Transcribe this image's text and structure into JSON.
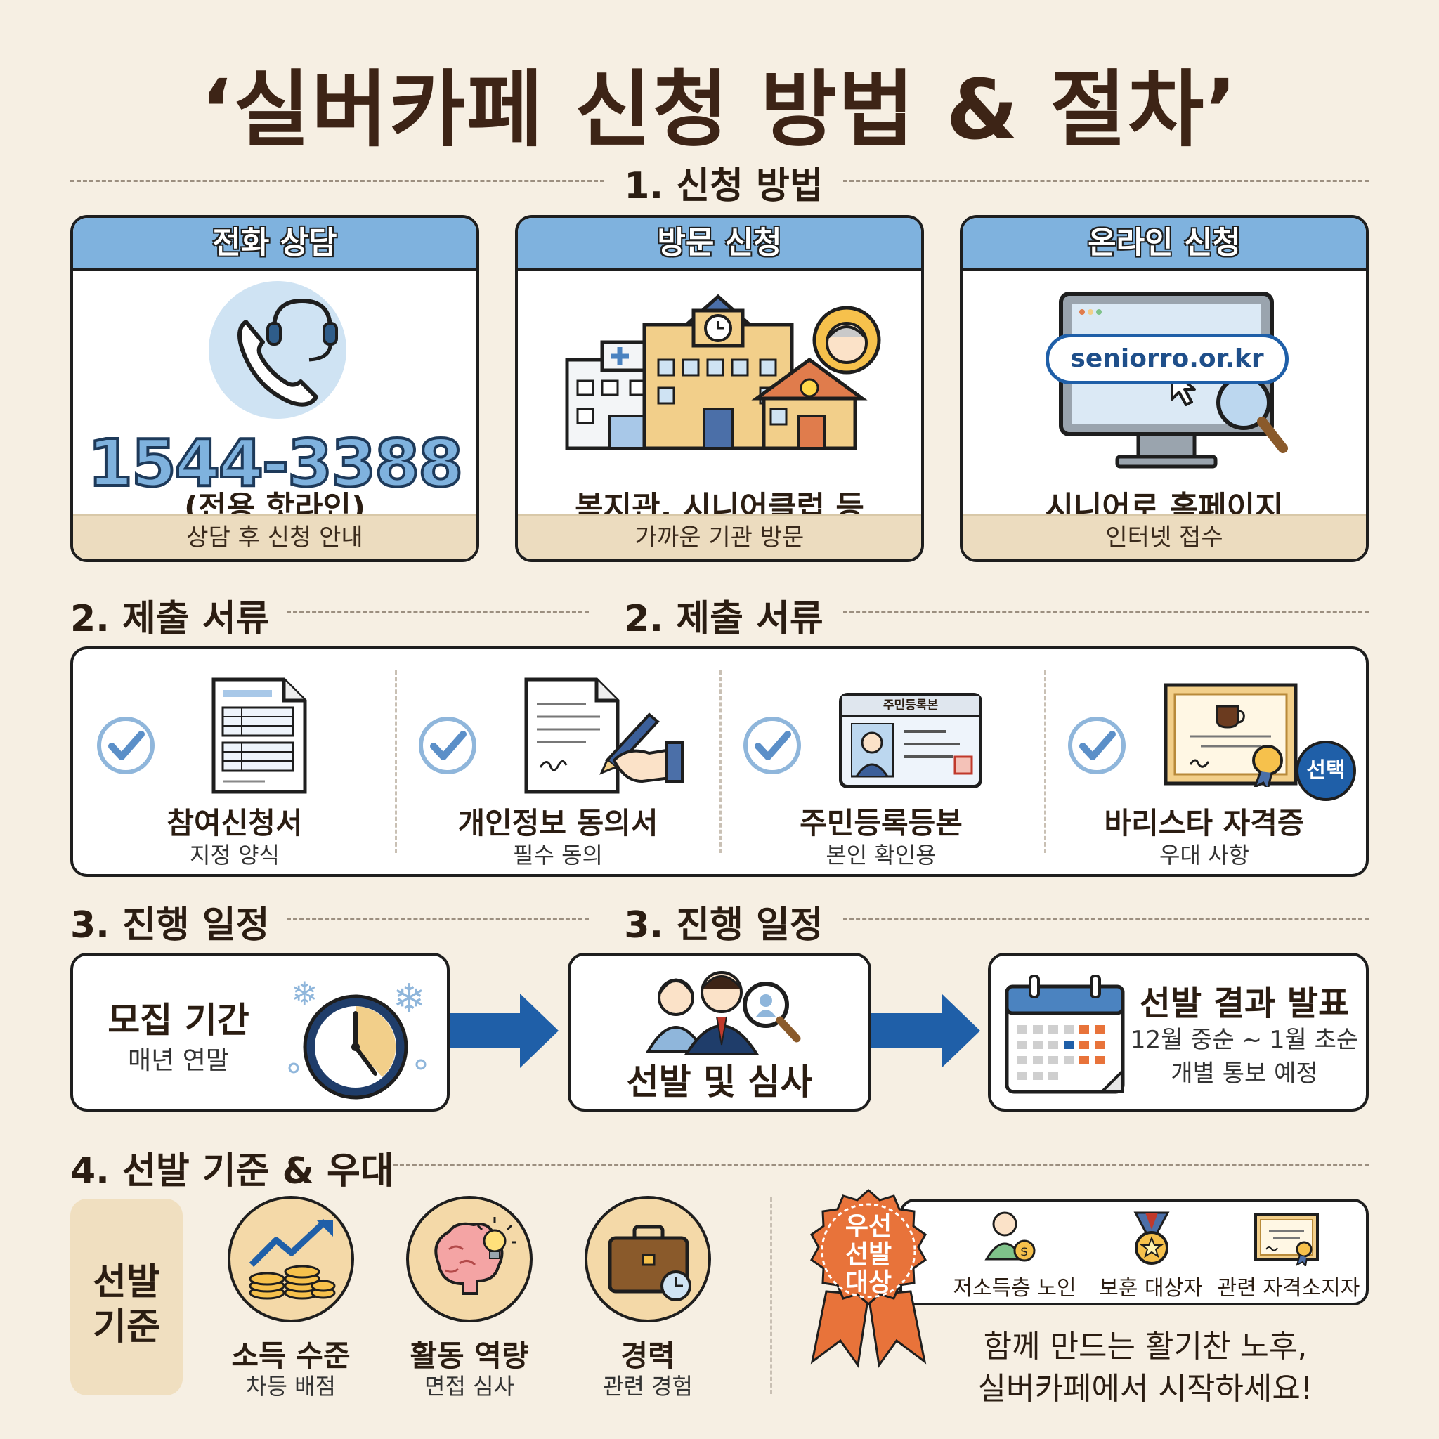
{
  "title": "‘실버카페 신청 방법 & 절차’",
  "sections": {
    "method": "1. 신청 방법",
    "docs_left": "2. 제출 서류",
    "docs_center": "2. 제출 서류",
    "schedule_left": "3. 진행 일정",
    "schedule_center": "3. 진행 일정",
    "criteria": "4. 선발 기준 & 우대"
  },
  "methods": [
    {
      "head": "전화 상담",
      "phone": "1544-3388",
      "main": "(전용 핫라인)",
      "foot": "상담 후 신청 안내"
    },
    {
      "head": "방문 신청",
      "main": "복지관, 시니어클럽 등",
      "foot": "가까운 기관 방문"
    },
    {
      "head": "온라인 신청",
      "url": "seniorro.or.kr",
      "main": "시니어로 홈페이지",
      "foot": "인터넷 접수"
    }
  ],
  "documents": [
    {
      "label": "참여신청서",
      "sub": "지정 양식"
    },
    {
      "label": "개인정보 동의서",
      "sub": "필수 동의"
    },
    {
      "label": "주민등록등본",
      "sub": "본인 확인용",
      "card_title": "주민등록본"
    },
    {
      "label": "바리스타 자격증",
      "sub": "우대 사항",
      "badge": "선택"
    }
  ],
  "schedule": [
    {
      "title": "모집 기간",
      "sub": "매년 연말"
    },
    {
      "title": "선발 및 심사"
    },
    {
      "title": "선발 결과 발표",
      "line1": "12월 중순 ~ 1월 초순",
      "line2": "개별 통보 예정"
    }
  ],
  "criteria": {
    "label_line1": "선발",
    "label_line2": "기준",
    "items": [
      {
        "label": "소득 수준",
        "sub": "차등 배점"
      },
      {
        "label": "활동 역량",
        "sub": "면접 심사"
      },
      {
        "label": "경력",
        "sub": "관련 경험"
      }
    ]
  },
  "priority": {
    "badge_line1": "우선",
    "badge_line2": "선발",
    "badge_line3": "대상",
    "items": [
      "저소득층 노인",
      "보훈 대상자",
      "관련 자격소지자"
    ]
  },
  "closing": {
    "line1": "함께 만드는 활기찬 노후,",
    "line2": "실버카페에서 시작하세요!"
  },
  "colors": {
    "background": "#f6efe3",
    "header_blue": "#7fb2de",
    "accent_blue": "#1f5fa8",
    "badge_orange": "#e8733a",
    "foot_beige": "#ecdcbf"
  }
}
